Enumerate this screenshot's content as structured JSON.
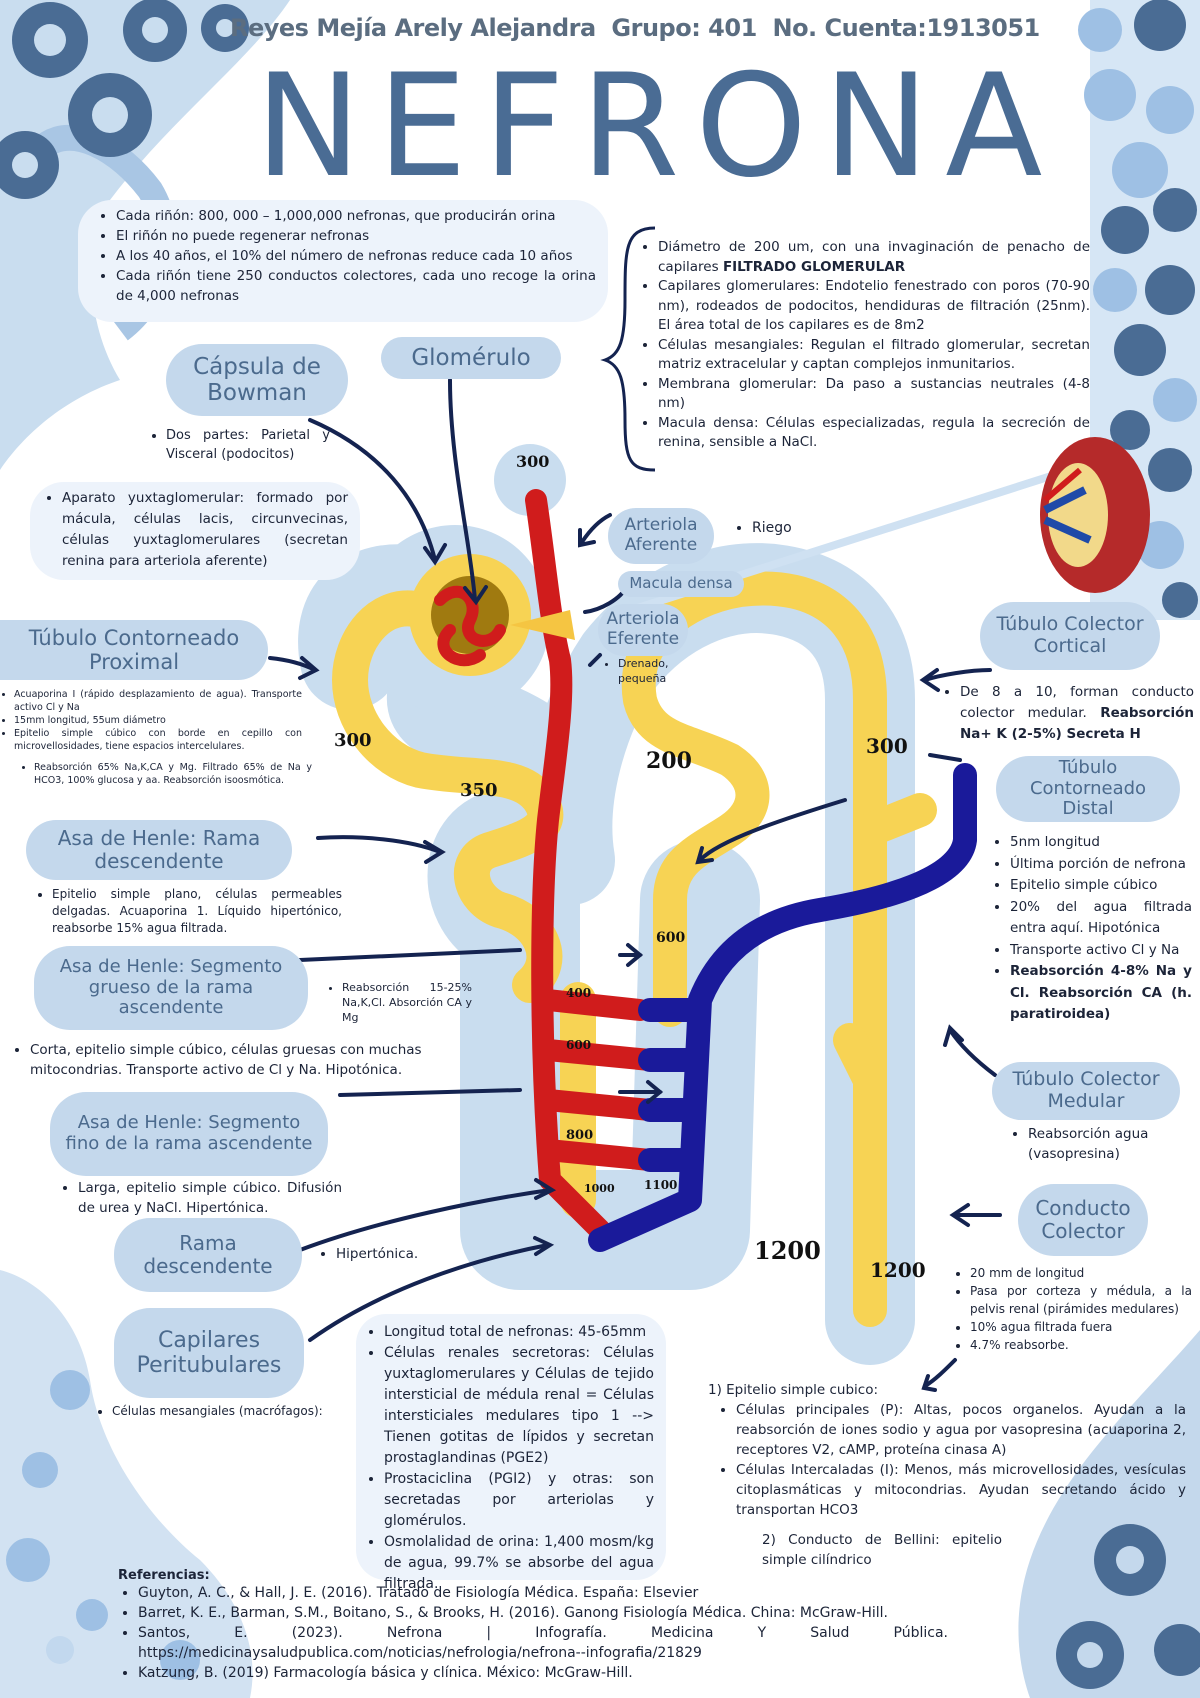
{
  "header": {
    "author": "Reyes Mejía Arely Alejandra",
    "group": "Grupo: 401",
    "account": "No. Cuenta:1913051"
  },
  "title": "NEFRONA",
  "general_facts": [
    "Cada riñón: 800, 000 – 1,000,000 nefronas, que producirán orina",
    "El riñón no puede regenerar nefronas",
    "A los 40 años, el 10% del número de nefronas reduce cada 10 años",
    "Cada riñón tiene 250 conductos colectores, cada uno recoge la orina de 4,000 nefronas"
  ],
  "glomerulus_facts": {
    "item1_a": "Diámetro de 200 um, con una invaginación de penacho de capilares",
    "item1_b": "FILTRADO GLOMERULAR",
    "item2": "Capilares glomerulares: Endotelio fenestrado con poros (70-90 nm), rodeados de podocitos, hendiduras de filtración (25nm). El área total de los capilares es de 8m2",
    "item3": "Células mesangiales: Regulan el filtrado glomerular, secretan matriz extracelular y captan complejos inmunitarios.",
    "item4": "Membrana glomerular: Da paso a sustancias neutrales (4-8 nm)",
    "item5": "Macula densa: Células especializadas, regula la secreción de renina, sensible a NaCl."
  },
  "labels": {
    "capsula": "Cápsula de Bowman",
    "glomerulo": "Glomérulo",
    "arteriola_aferente": "Arteriola Aferente",
    "macula_densa": "Macula densa",
    "arteriola_eferente": "Arteriola Eferente",
    "tubulo_proximal": "Túbulo Contorneado Proximal",
    "asa_descendente": "Asa de Henle: Rama descendente",
    "asa_grueso": "Asa de Henle: Segmento grueso de la rama ascendente",
    "asa_fino": "Asa de Henle: Segmento fino de la rama ascendente",
    "rama_descendente": "Rama descendente",
    "capilares": "Capilares Peritubulares",
    "colector_cortical": "Túbulo Colector Cortical",
    "tubulo_distal": "Túbulo Contorneado Distal",
    "colector_medular": "Túbulo Colector Medular",
    "conducto_colector": "Conducto Colector"
  },
  "notes": {
    "capsula": "Dos partes: Parietal y Visceral (podocitos)",
    "yuxtaglomerular": "Aparato yuxtaglomerular: formado por mácula, células lacis, circunvecinas, células yuxtaglomerulares (secretan renina para arteriola aferente)",
    "riego": "Riego",
    "drenado": "Drenado, pequeña",
    "proximal_1": "Acuaporina I (rápido desplazamiento de agua). Transporte activo Cl y Na",
    "proximal_2": "15mm longitud, 55um diámetro",
    "proximal_3": "Epitelio simple cúbico con borde en cepillo con microvellosidades, tiene espacios intercelulares.",
    "proximal_4": "Reabsorción 65% Na,K,CA y Mg. Filtrado 65% de Na y HCO3, 100% glucosa y aa. Reabsorción isoosmótica.",
    "descendente": "Epitelio simple plano, células permeables delgadas. Acuaporina 1. Líquido hipertónico, reabsorbe 15% agua filtrada.",
    "grueso_side": "Reabsorción 15-25% Na,K,Cl. Absorción CA y Mg",
    "grueso_main": "Corta, epitelio simple cúbico, células gruesas con muchas mitocondrias. Transporte activo de Cl y Na. Hipotónica.",
    "fino": "Larga, epitelio simple cúbico. Difusión de urea y NaCl. Hipertónica.",
    "rama_desc": "Hipertónica.",
    "capilares": "Células mesangiales (macrófagos):",
    "cortical_a": "De 8 a 10, forman conducto colector medular.",
    "cortical_b": "Reabsorción Na+ K (2-5%) Secreta H",
    "distal": [
      "5nm longitud",
      "Última porción de nefrona",
      "Epitelio simple cúbico",
      "20% del agua filtrada entra aquí. Hipotónica",
      "Transporte activo Cl y Na"
    ],
    "distal_bold": "Reabsorción 4-8% Na y Cl. Reabsorción CA (h. paratiroidea)",
    "medular": "Reabsorción agua (vasopresina)",
    "conducto": [
      "20 mm de longitud",
      "Pasa por corteza y médula, a la pelvis renal (pirámides medulares)",
      "10% agua filtrada fuera",
      "4.7% reabsorbe."
    ],
    "epitelio_title": "1) Epitelio simple cubico:",
    "epitelio_items": [
      "Células principales (P): Altas, pocos organelos. Ayudan a la reabsorción de iones sodio y agua por vasopresina (acuaporina 2, receptores V2, cAMP, proteína cinasa A)",
      "Células Intercaladas (I): Menos, más microvellosidades, vesículas citoplasmáticas y mitocondrias. Ayudan secretando ácido y transportan HCO3"
    ],
    "bellini": "2) Conducto de Bellini: epitelio simple cilíndrico"
  },
  "center_box": [
    "Longitud total de nefronas: 45-65mm",
    "Células renales secretoras: Células yuxtaglomerulares y Células de tejido intersticial de médula renal = Células intersticiales medulares tipo 1 --> Tienen gotitas de lípidos y secretan prostaglandinas (PGE2)",
    "Prostaciclina (PGI2) y otras: son secretadas por arteriolas y glomérulos.",
    "Osmolalidad de orina: 1,400 mosm/kg de agua, 99.7% se absorbe del agua filtrada."
  ],
  "osmolarity": {
    "top": "300",
    "prox_left": "300",
    "prox_loop": "350",
    "distal_200": "200",
    "collector_top": "300",
    "d400": "400",
    "d600a": "600",
    "d600b": "600",
    "d800": "800",
    "d1000": "1000",
    "d1100": "1100",
    "d1200a": "1200",
    "d1200b": "1200"
  },
  "references": {
    "heading": "Referencias:",
    "items": [
      "Guyton, A. C., & Hall, J. E. (2016). Tratado de Fisiología Médica. España: Elsevier",
      "Barret, K. E., Barman, S.M., Boitano, S., & Brooks, H. (2016). Ganong Fisiología Médica. China: McGraw-Hill.",
      "Santos, E. (2023). Nefrona | Infografía. Medicina Y Salud Pública. https://medicinaysaludpublica.com/noticias/nefrologia/nefrona--infografia/21829",
      "Katzung, B. (2019) Farmacología básica y clínica. México: McGraw-Hill."
    ]
  },
  "colors": {
    "accent_blue": "#4a6c94",
    "pill_bg": "#c4d8ec",
    "light_bg": "#edf3fb",
    "tubule_yellow": "#f7d354",
    "artery_red": "#d01c1c",
    "vein_blue": "#1a1a9a",
    "arrow_navy": "#142350"
  }
}
